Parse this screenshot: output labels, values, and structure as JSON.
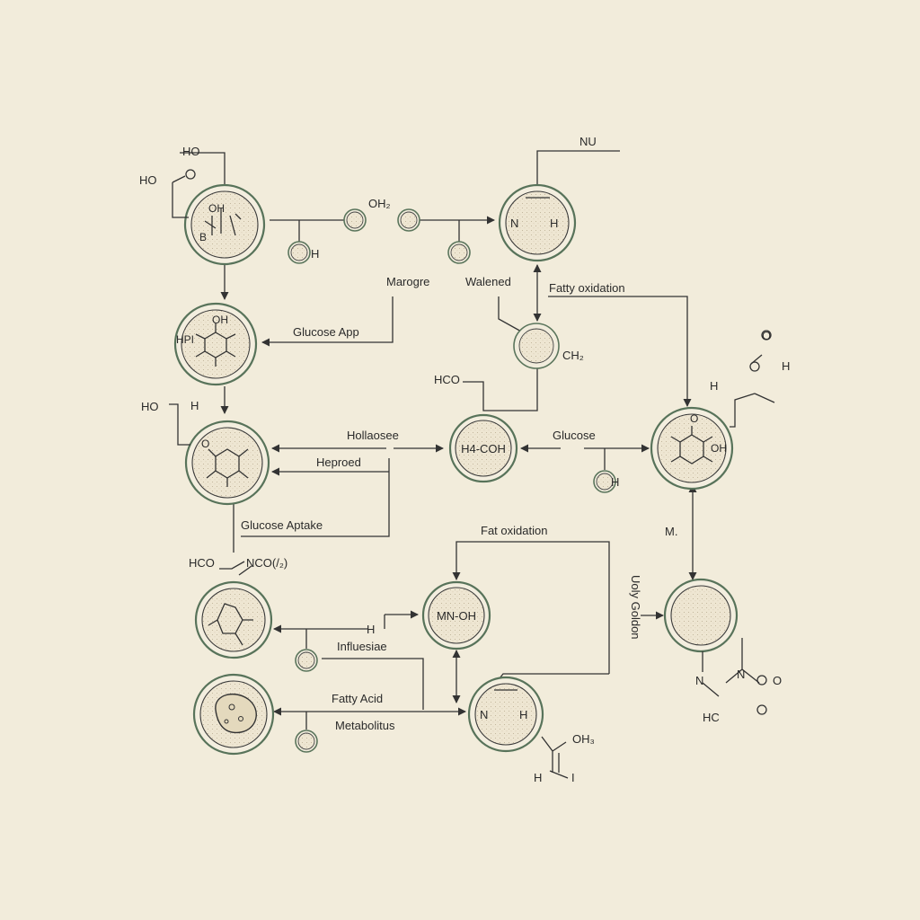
{
  "labels": {
    "ho_top": "HO",
    "ho_acid_top": "HO",
    "oh2_mid": "OH₂",
    "nu_top": "NU",
    "n_tr": "N",
    "h_tr": "H",
    "h_small1": "H",
    "node1_oh": "OH",
    "node1_b": "B",
    "marogre": "Marogre",
    "valened": "Walened",
    "fatty_oxidation_top": "Fatty oxidation",
    "glucose_app": "Glucose App",
    "node2_oh": "OH",
    "node2_hp": "HPI",
    "ch2": "CH₂",
    "hco_mid": "HCO",
    "ho_left": "HO",
    "h_left": "H",
    "node3_o": "O",
    "hollaosee": "Hollaosee",
    "heproed": "Heproed",
    "h4cof": "H4-COH",
    "glucose_mid": "Glucose",
    "h_small2": "H",
    "node_r_o": "O",
    "node_r_oh": "OH",
    "h_r1": "H",
    "h_r2": "H",
    "o_r": "O",
    "glucose_aptake": "Glucose Aptake",
    "fat_oxidation": "Fat oxidation",
    "m_label": "M.",
    "hco_low": "HCO",
    "nco": "NCO(/₂)",
    "h_low_small": "H",
    "mnoh": "MN-OH",
    "influesiae": "Influesiae",
    "uoly_goldon": "Uoly Goldon",
    "fatty_acid": "Fatty Acid",
    "metabolitus": "Metabolitus",
    "n_low": "N",
    "h_low": "H",
    "oh3": "OH₃",
    "h_bl": "H",
    "i_bl": "I",
    "n_br1": "N",
    "n_br2": "N",
    "o_br": "O",
    "hc_br": "HC"
  }
}
